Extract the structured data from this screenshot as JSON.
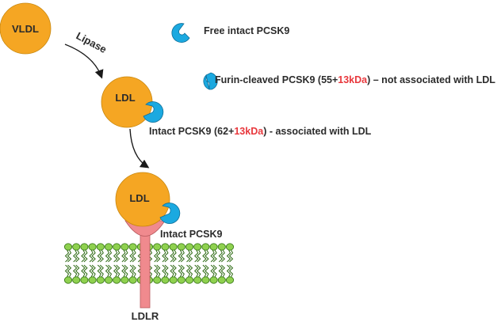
{
  "colors": {
    "particle": "#f5a623",
    "particle_stroke": "#c8870e",
    "pcsk9": "#1ba9e0",
    "pcsk9_stroke": "#0f6f99",
    "receptor": "#f08a8e",
    "receptor_stroke": "#b85a5e",
    "lipid_head": "#8fd14f",
    "lipid_head_stroke": "#3e7d1d",
    "highlight": "#e8383d"
  },
  "particles": {
    "vldl": "VLDL",
    "ldl_middle": "LDL",
    "ldl_bottom": "LDL"
  },
  "arrows": {
    "lipase_label": "Lipase"
  },
  "legend": {
    "free": "Free intact PCSK9",
    "cleaved": {
      "prefix": "Furin-cleaved PCSK9 (55+",
      "highlight": "13kDa",
      "suffix": ") – not associated with LDL"
    }
  },
  "annotations": {
    "intact_associated": {
      "prefix": "Intact PCSK9 (62+",
      "highlight": "13kDa",
      "suffix": ") - associated with LDL"
    },
    "intact_bound": "Intact PCSK9",
    "receptor": "LDLR"
  },
  "icons": [
    "pcsk9-intact-icon",
    "pcsk9-cleaved-icon"
  ]
}
